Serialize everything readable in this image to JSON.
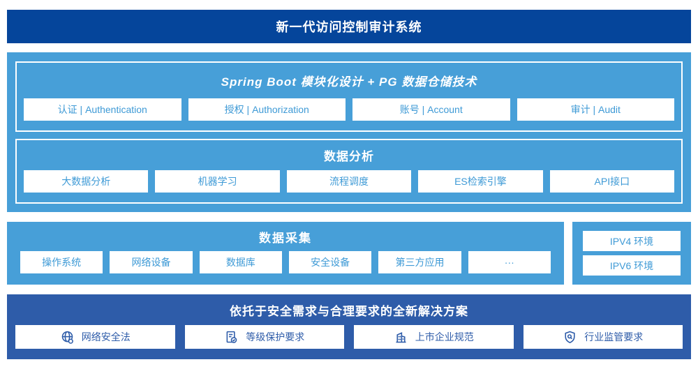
{
  "colors": {
    "header_bg": "#05459B",
    "light_blue": "#479FD8",
    "dark_blue": "#2E5CA9",
    "box_text_blue": "#3E9AD6",
    "white": "#FFFFFF"
  },
  "header": {
    "title": "新一代访问控制审计系统"
  },
  "platform": {
    "spring": {
      "title": "Spring Boot 模块化设计 + PG 数据仓储技术",
      "items": [
        {
          "label": "认证 | Authentication"
        },
        {
          "label": "授权 | Authorization"
        },
        {
          "label": "账号 | Account"
        },
        {
          "label": "审计 | Audit"
        }
      ]
    },
    "analysis": {
      "title": "数据分析",
      "items": [
        {
          "label": "大数据分析"
        },
        {
          "label": "机器学习"
        },
        {
          "label": "流程调度"
        },
        {
          "label": "ES检索引擎"
        },
        {
          "label": "API接口"
        }
      ]
    }
  },
  "collection": {
    "title": "数据采集",
    "items": [
      {
        "label": "操作系统"
      },
      {
        "label": "网络设备"
      },
      {
        "label": "数据库"
      },
      {
        "label": "安全设备"
      },
      {
        "label": "第三方应用"
      },
      {
        "label": "···"
      }
    ]
  },
  "network": {
    "items": [
      {
        "label": "IPV4 环境"
      },
      {
        "label": "IPV6 环境"
      }
    ]
  },
  "solution": {
    "title": "依托于安全需求与合理要求的全新解决方案",
    "items": [
      {
        "label": "网络安全法",
        "icon": "globe-icon"
      },
      {
        "label": "等级保护要求",
        "icon": "document-check-icon"
      },
      {
        "label": "上市企业规范",
        "icon": "buildings-icon"
      },
      {
        "label": "行业监管要求",
        "icon": "shield-magnifier-icon"
      }
    ]
  }
}
